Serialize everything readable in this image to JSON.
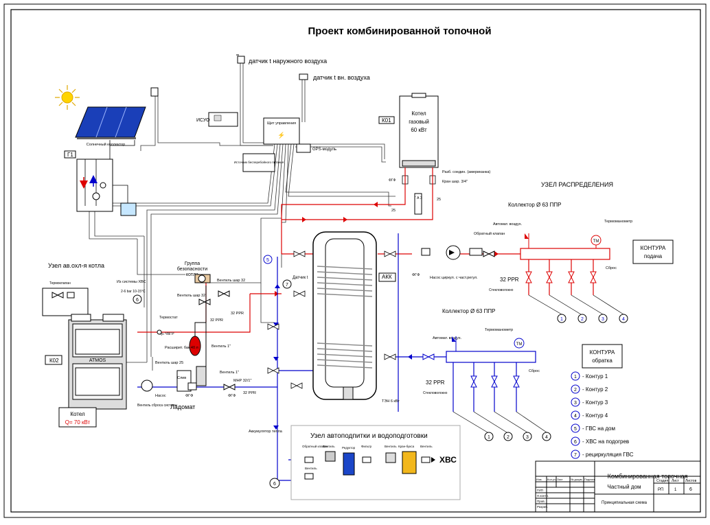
{
  "title": "Проект комбинированной топочной",
  "sensors": {
    "outdoor": "датчик t наружного воздуха",
    "indoor": "датчик t вн. воздуха"
  },
  "solar": {
    "collector_label": "Солнечный коллектор",
    "group_tag": "Г1"
  },
  "controls": {
    "isuo": "ИСУО",
    "panel": "Щит управления",
    "ups": "Источник бесперебойного питания",
    "gps": "GPS-модуль"
  },
  "gas_boiler": {
    "tag": "К01",
    "name": "Котел газовый 60 кВт",
    "gas_filter": "ФГФ",
    "gas_valve": "Г А З",
    "disconnect": "Разб. соедин. (американка)",
    "tap": "Кран шар. 3/4\"",
    "pipe_25a": "25",
    "pipe_25b": "25"
  },
  "distribution": {
    "title": "УЗЕЛ РАСПРЕДЕЛЕНИЯ",
    "collector_supply": "Коллектор Ø 63 ППР",
    "air_vent": "Автомат. воздух.",
    "thermometer": "Термоманометр",
    "tm": "ТМ",
    "supply_box": "КОНТУРА подача",
    "check_valve": "Обратный клапан",
    "pump_mixing": "Насос циркул. с част.регул.",
    "fgf": "ФГФ",
    "ppr32": "32 PPR",
    "fiberglass": "Стекловолокно",
    "drain": "Сброс",
    "collector_return": "Коллектор Ø 63 ППР",
    "return_box": "КОНТУРА обратка",
    "thermometer2": "Термоманометр",
    "air_vent2": "Автомат. воздух.",
    "ppr32b": "32 PPR",
    "fiberglass2": "Стекловолокно",
    "drain2": "Сброс"
  },
  "legend": [
    {
      "num": "1",
      "text": "- Контур 1"
    },
    {
      "num": "2",
      "text": "- Контур 2"
    },
    {
      "num": "3",
      "text": "- Контур 3"
    },
    {
      "num": "4",
      "text": "- Контур 4"
    },
    {
      "num": "5",
      "text": "- ГВС на дом"
    },
    {
      "num": "6",
      "text": "- ХВС на подогрев"
    },
    {
      "num": "7",
      "text": "- рециркуляция ГВС"
    }
  ],
  "tank": {
    "tag": "АКК",
    "sensor": "Датчик t",
    "ten": "ТЭН 6 кВт",
    "accumulator": "Аккумулятор тепла",
    "n5": "5",
    "n7": "7"
  },
  "solid_boiler": {
    "protection": "Узел ав.охл-я котла",
    "thermovalve": "Термоклапан",
    "cold_water": "Из системы ХВС",
    "pressure": "2-6 bar 10-15°C",
    "n6": "6",
    "tag": "К02",
    "brand": "ATMOS",
    "name": "Котел",
    "power": "Q= 70 кВт",
    "drain_valve": "Вентиль сброса системы",
    "pump": "Насос",
    "fgf": "ФГФ",
    "ladomat": "Ладомат",
    "thermostat": "Термостат",
    "thermometer": "Тр.⁰/ВГР"
  },
  "safety": {
    "group": "Группа безопасности котла",
    "valve32a": "Вентиль шар 32",
    "valve32b": "Вентиль шар 32",
    "ppr32": "32 PPR",
    "ppr32b": "32 PPR",
    "expansion": "Расширит. бак 40 л",
    "valve1": "Вентиль 1\"",
    "valve25": "Вентиль шар 25",
    "drain": "Слив",
    "valve1b": "Вентиль 1\"",
    "mnr": "МНР 32/1\"",
    "fgf2": "ФГФ",
    "ppr32c": "32 PPR"
  },
  "water_treatment": {
    "title": "Узел автоподпитки и водоподготовки",
    "xvs": "ХВС",
    "n6": "6",
    "labels": [
      "Обратный клапан",
      "Вентиль",
      "Редуктор",
      "Фильтр",
      "Вентиль",
      "Кран-букса",
      "Вентиль",
      "Вентиль"
    ]
  },
  "stamp": {
    "project": "Комбинированная топочная",
    "object": "Частный дом",
    "sheet_title": "Принципиальная схема",
    "stage_h": "Стадия",
    "sheet_h": "Лист",
    "sheets_h": "Листов",
    "stage": "РП",
    "sheet": "1",
    "sheets": "6",
    "row_heads": [
      "Изм.",
      "Кол.уч.",
      "Лист",
      "№ докум.",
      "Подпись",
      "Дата"
    ],
    "roles": [
      "ГИП",
      "Н.контр.",
      "Пров.",
      "Разраб."
    ]
  }
}
